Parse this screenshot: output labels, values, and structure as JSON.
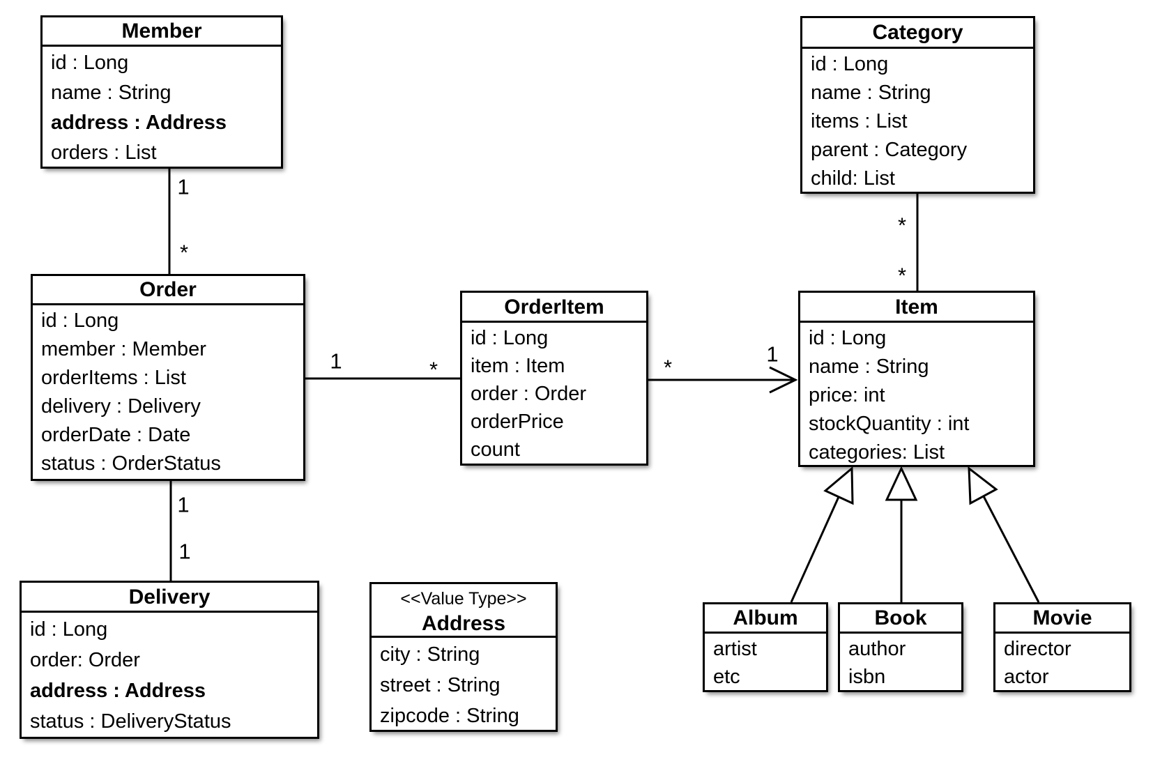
{
  "diagram": {
    "colors": {
      "line": "#000000",
      "background": "#ffffff",
      "box_fill": "#ffffff"
    },
    "classes": {
      "member": {
        "title": "Member",
        "attributes": [
          "id : Long",
          "name : String",
          "address : Address",
          "orders : List"
        ]
      },
      "order": {
        "title": "Order",
        "attributes": [
          "id : Long",
          "member : Member",
          "orderItems : List",
          "delivery : Delivery",
          "orderDate : Date",
          "status : OrderStatus"
        ]
      },
      "orderItem": {
        "title": "OrderItem",
        "attributes": [
          "id : Long",
          "item : Item",
          "order : Order",
          "orderPrice",
          "count"
        ]
      },
      "item": {
        "title": "Item",
        "attributes": [
          "id : Long",
          "name : String",
          "price: int",
          "stockQuantity : int",
          "categories: List"
        ]
      },
      "category": {
        "title": "Category",
        "attributes": [
          "id : Long",
          "name : String",
          "items : List",
          "parent : Category",
          "child: List"
        ]
      },
      "delivery": {
        "title": "Delivery",
        "attributes": [
          "id : Long",
          "order: Order",
          "address : Address",
          "status : DeliveryStatus"
        ]
      },
      "address": {
        "stereotype": "<<Value Type>>",
        "title": "Address",
        "attributes": [
          "city : String",
          "street : String",
          "zipcode : String"
        ]
      },
      "album": {
        "title": "Album",
        "attributes": [
          "artist",
          "etc"
        ]
      },
      "book": {
        "title": "Book",
        "attributes": [
          "author",
          "isbn"
        ]
      },
      "movie": {
        "title": "Movie",
        "attributes": [
          "director",
          "actor"
        ]
      }
    },
    "multiplicities": {
      "member_order": {
        "member_end": "1",
        "order_end": "*"
      },
      "order_orderItem": {
        "order_end": "1",
        "orderItem_end": "*"
      },
      "orderItem_item": {
        "orderItem_end": "*",
        "item_end": "1"
      },
      "category_item": {
        "category_end": "*",
        "item_end": "*"
      },
      "order_delivery": {
        "order_end": "1",
        "delivery_end": "1"
      }
    }
  }
}
